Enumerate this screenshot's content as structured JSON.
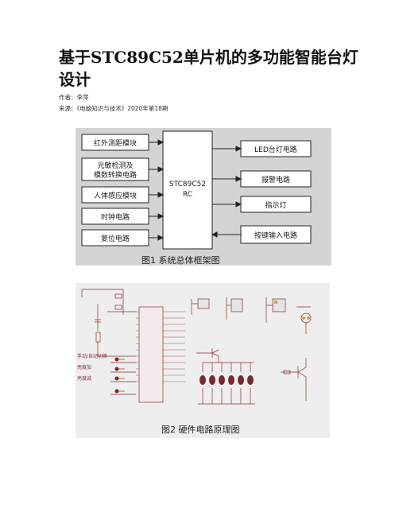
{
  "article": {
    "title": "基于STC89C52单片机的多功能智能台灯设计",
    "author_line": "作者：李萍",
    "source_line": "来源：《电脑知识与技术》2020年第18期"
  },
  "figure1": {
    "caption": "图1   系统总体框架图",
    "mcu_label_line1": "STC89C52",
    "mcu_label_line2": "RC",
    "input_modules": [
      {
        "lines": [
          "红外测距模块"
        ]
      },
      {
        "lines": [
          "光敏检测及",
          "模数转换电路"
        ]
      },
      {
        "lines": [
          "人体感应模块"
        ]
      },
      {
        "lines": [
          "时钟电路"
        ]
      },
      {
        "lines": [
          "复位电路"
        ]
      }
    ],
    "output_modules": [
      "LED台灯电路",
      "报警电路",
      "指示灯",
      "按键输入电路"
    ],
    "colors": {
      "background": "#d4d4d4",
      "box_fill": "#ffffff",
      "stroke": "#222222"
    }
  },
  "figure2": {
    "caption": "图2   硬件电路原理图",
    "button_labels": [
      "手动/自动切换",
      "亮度加",
      "亮度减"
    ],
    "colors": {
      "wire": "#8a2e2e",
      "led": "#7a2a2a",
      "component": "#caa24a"
    }
  }
}
